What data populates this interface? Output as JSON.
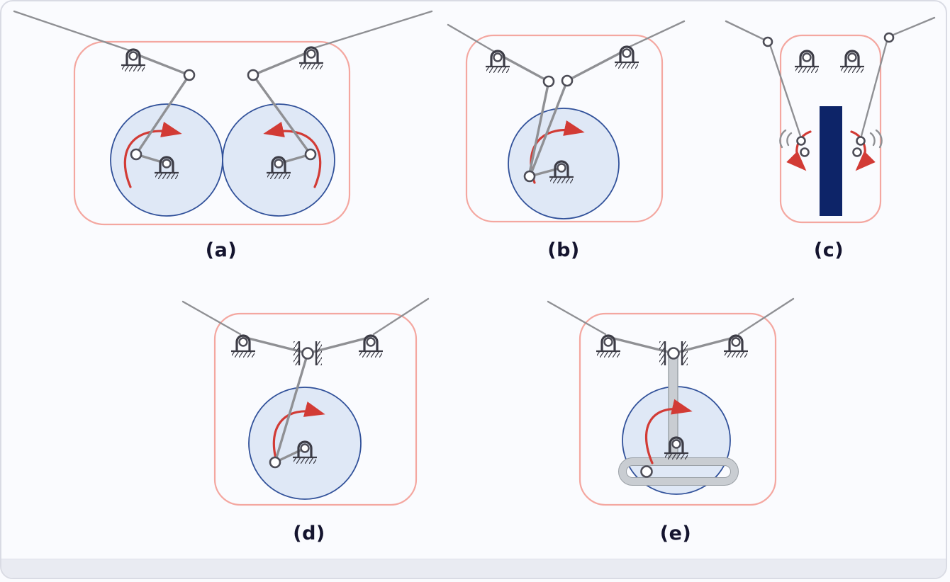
{
  "panels": [
    {
      "id": "panel-a",
      "label": "(a)"
    },
    {
      "id": "panel-b",
      "label": "(b)"
    },
    {
      "id": "panel-c",
      "label": "(c)"
    },
    {
      "id": "panel-d",
      "label": "(d)"
    },
    {
      "id": "panel-e",
      "label": "(e)"
    }
  ],
  "colors": {
    "background": "#fafbfe",
    "frame_border": "#d9dbe4",
    "footer_strip": "#e9ebf2",
    "panel_outline": "#f4a7a0",
    "disk_fill": "#d8e4f4",
    "disk_stroke": "#31519a",
    "link_color": "#8f9094",
    "joint_color": "#4c4c56",
    "mount_color": "#3c3c46",
    "arrow_color": "#d23b35",
    "slider_block": "#0d2468",
    "gray_bar": "#c9cdd2",
    "gray_bar_edge": "#9aa0a6",
    "label_color": "#14142e"
  }
}
